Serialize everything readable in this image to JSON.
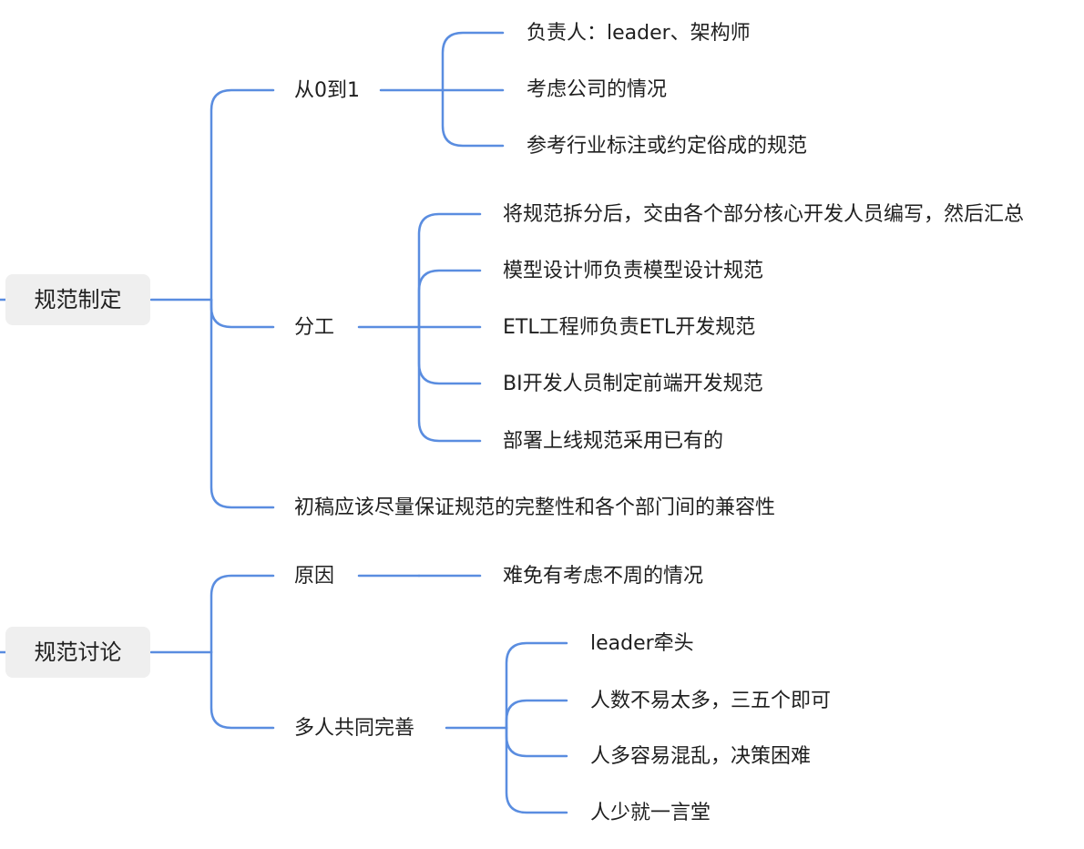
{
  "colors": {
    "connector": "#5a8de0",
    "root_fill": "#efefef",
    "text": "#1f1f1f"
  },
  "mindmap": {
    "roots": [
      {
        "label": "规范制定",
        "children": [
          {
            "label": "从0到1",
            "children": [
              {
                "label": "负责人：leader、架构师"
              },
              {
                "label": "考虑公司的情况"
              },
              {
                "label": "参考行业标注或约定俗成的规范"
              }
            ]
          },
          {
            "label": "分工",
            "children": [
              {
                "label": "将规范拆分后，交由各个部分核心开发人员编写，然后汇总"
              },
              {
                "label": "模型设计师负责模型设计规范"
              },
              {
                "label": "ETL工程师负责ETL开发规范"
              },
              {
                "label": "BI开发人员制定前端开发规范"
              },
              {
                "label": "部署上线规范采用已有的"
              }
            ]
          },
          {
            "label": "初稿应该尽量保证规范的完整性和各个部门间的兼容性"
          }
        ]
      },
      {
        "label": "规范讨论",
        "children": [
          {
            "label": "原因",
            "children": [
              {
                "label": "难免有考虑不周的情况"
              }
            ]
          },
          {
            "label": "多人共同完善",
            "children": [
              {
                "label": "leader牵头"
              },
              {
                "label": "人数不易太多，三五个即可"
              },
              {
                "label": "人多容易混乱，决策困难"
              },
              {
                "label": "人少就一言堂"
              }
            ]
          }
        ]
      }
    ]
  }
}
